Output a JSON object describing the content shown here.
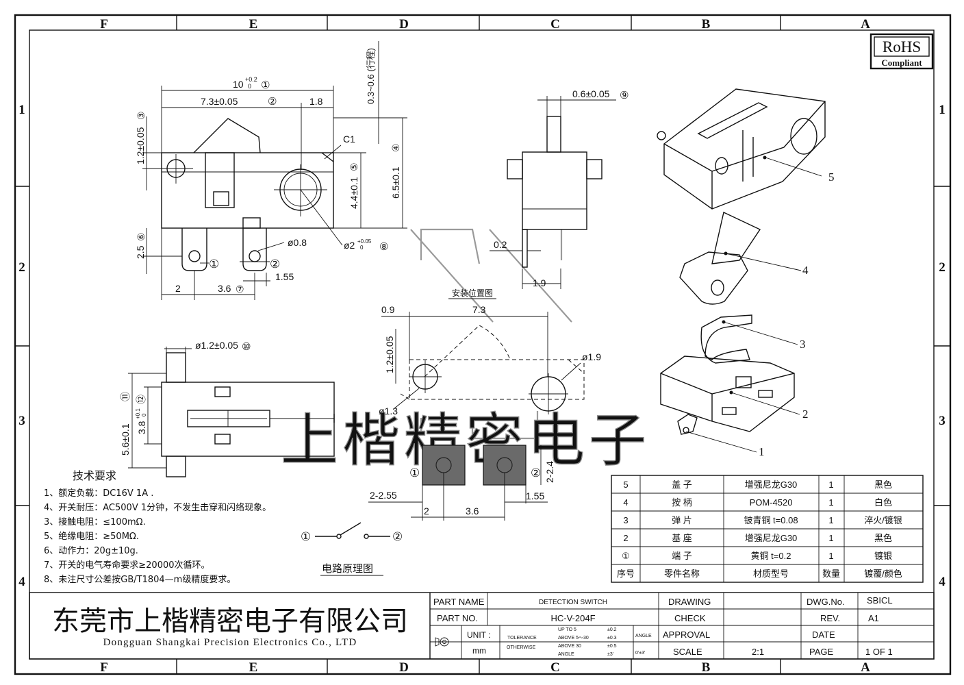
{
  "frame": {
    "columns": [
      "F",
      "E",
      "D",
      "C",
      "B",
      "A"
    ],
    "rows": [
      "1",
      "2",
      "3",
      "4"
    ]
  },
  "rohs": {
    "title": "RoHS",
    "sub": "Compliant"
  },
  "dims": {
    "d10": "10",
    "d10_tol": "+0.2",
    "d10_tol2": "0",
    "c1": "①",
    "d73": "7.3±0.05",
    "c2": "②",
    "d18": "1.8",
    "stroke": "0.3~0.6 (行程)",
    "d12": "1.2±0.05",
    "c3": "③",
    "chamfer": "C1",
    "d65": "6.5±0.1",
    "c4": "④",
    "d44": "4.4±0.1",
    "c5": "⑤",
    "d25": "2.5",
    "c6": "⑥",
    "d08": "ø0.8",
    "d2h": "ø2",
    "d2h_tol": "+0.05",
    "d2h_tol2": "0",
    "c8": "⑧",
    "d155": "1.55",
    "d2": "2",
    "d36": "3.6",
    "c7": "⑦",
    "d06": "0.6±0.05",
    "c9": "⑨",
    "d02": "0.2",
    "d19": "1.9",
    "d12dia": "ø1.2±0.05",
    "c10": "⑩",
    "d56": "5.6±0.1",
    "c11": "⑪",
    "d38": "3.8",
    "d38_tol": "+0.1",
    "d38_tol2": "0",
    "c12": "⑫"
  },
  "install": {
    "title": "安装位置图",
    "d09": "0.9",
    "d73": "7.3",
    "d12": "1.2±0.05",
    "d19": "ø1.9",
    "d13": "ø1.3",
    "d24": "2-2.4",
    "d255": "2-2.55",
    "d2": "2",
    "d36": "3.6",
    "d155": "1.55",
    "pad1": "①",
    "pad2": "②"
  },
  "parts_callouts": [
    "5",
    "4",
    "3",
    "2",
    "1"
  ],
  "watermark": "上楷精密电子",
  "requirements": {
    "title": "技术要求",
    "items": [
      "1、额定负载：DC16V 1A .",
      "4、开关耐压：AC500V 1分钟，不发生击穿和闪络现象。",
      "3、接触电阻：≤100mΩ.",
      "5、绝缘电阻：≥50MΩ.",
      "6、动作力：20g±10g.",
      "7、开关的电气寿命要求≥20000次循环。",
      "8、未注尺寸公差按GB/T1804—m级精度要求。"
    ]
  },
  "circuit": {
    "label": "电路原理图",
    "t1": "①",
    "t2": "②"
  },
  "bom": {
    "headers": [
      "序号",
      "零件名称",
      "材质型号",
      "数量",
      "镀覆/颜色"
    ],
    "rows": [
      [
        "5",
        "盖 子",
        "增强尼龙G30",
        "1",
        "黑色"
      ],
      [
        "4",
        "按 柄",
        "POM-4520",
        "1",
        "白色"
      ],
      [
        "3",
        "弹 片",
        "铍青铜 t=0.08",
        "1",
        "淬火/镀银"
      ],
      [
        "2",
        "基 座",
        "增强尼龙G30",
        "1",
        "黑色"
      ],
      [
        "①",
        "端 子",
        "黄铜 t=0.2",
        "1",
        "镀银"
      ]
    ]
  },
  "title_block": {
    "company_cn": "东莞市上楷精密电子有限公司",
    "company_en": "Dongguan Shangkai Precision Electronics Co., LTD",
    "part_name_label": "PART NAME",
    "part_name": "DETECTION SWITCH",
    "part_no_label": "PART NO.",
    "part_no": "HC-V-204F",
    "unit_label": "UNIT :",
    "unit": "mm",
    "tolerance1": "TOLERANCE",
    "tolerance2": "OTHERWISE",
    "tol_r1": "UP TO 5",
    "tol_v1": "±0.2",
    "tol_r2": "ABOVE 5～30",
    "tol_v2": "±0.3",
    "tol_r3": "ABOVE 30",
    "tol_v3": "±0.5",
    "tol_r4": "ANGLE",
    "tol_v4": "±3'",
    "angle_label": "ANGLE",
    "angle_val": "0'±3'",
    "drawing": "DRAWING",
    "check": "CHECK",
    "approval": "APPROVAL",
    "scale_label": "SCALE",
    "scale": "2:1",
    "dwg_label": "DWG.No.",
    "dwg": "SBICL",
    "rev_label": "REV.",
    "rev": "A1",
    "date_label": "DATE",
    "date": "",
    "page_label": "PAGE",
    "page": "1 OF 1"
  }
}
